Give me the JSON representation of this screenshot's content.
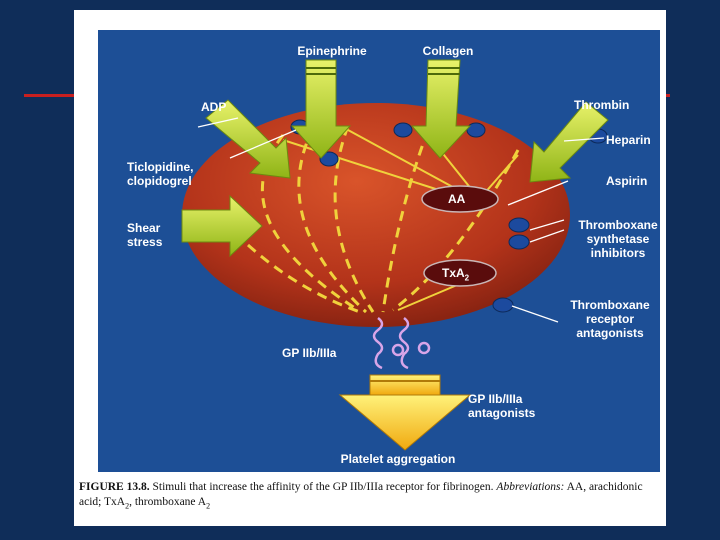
{
  "diagram": {
    "stimuli": {
      "epinephrine": "Epinephrine",
      "collagen": "Collagen",
      "adp": "ADP",
      "thrombin": "Thrombin",
      "shear_line1": "Shear",
      "shear_line2": "stress"
    },
    "inhibitors": {
      "ticlopidine_line1": "Ticlopidine,",
      "ticlopidine_line2": "clopidogrel",
      "heparin": "Heparin",
      "aspirin": "Aspirin",
      "txsi_line1": "Thromboxane",
      "txsi_line2": "synthetase",
      "txsi_line3": "inhibitors",
      "txra_line1": "Thromboxane",
      "txra_line2": "receptor",
      "txra_line3": "antagonists",
      "gp_antag_line1": "GP IIb/IIIa",
      "gp_antag_line2": "antagonists"
    },
    "nodes": {
      "aa": "AA",
      "txa_base": "TxA",
      "txa_sub": "2"
    },
    "receptor": "GP IIb/IIIa",
    "outcome": "Platelet aggregation",
    "colors": {
      "background": "#0f2d59",
      "panel": "#1d4f96",
      "platelet": "#c0391b",
      "arrow": "#c6e01e",
      "outcome_arrow": "#f5c518",
      "dashes": "#f0d23c",
      "node_oval": "#5a0c0c",
      "marker": "#1c4a9e"
    }
  },
  "caption": {
    "label": "FIGURE 13.8.",
    "text_a": "Stimuli that increase the affinity of the GP IIb/IIIa receptor for fibrinogen.",
    "abbr_label": "Abbreviations:",
    "text_b": "AA, arachidonic acid; TxA",
    "text_sub": "2",
    "text_c": ", thromboxane A",
    "text_sub2": "2"
  }
}
